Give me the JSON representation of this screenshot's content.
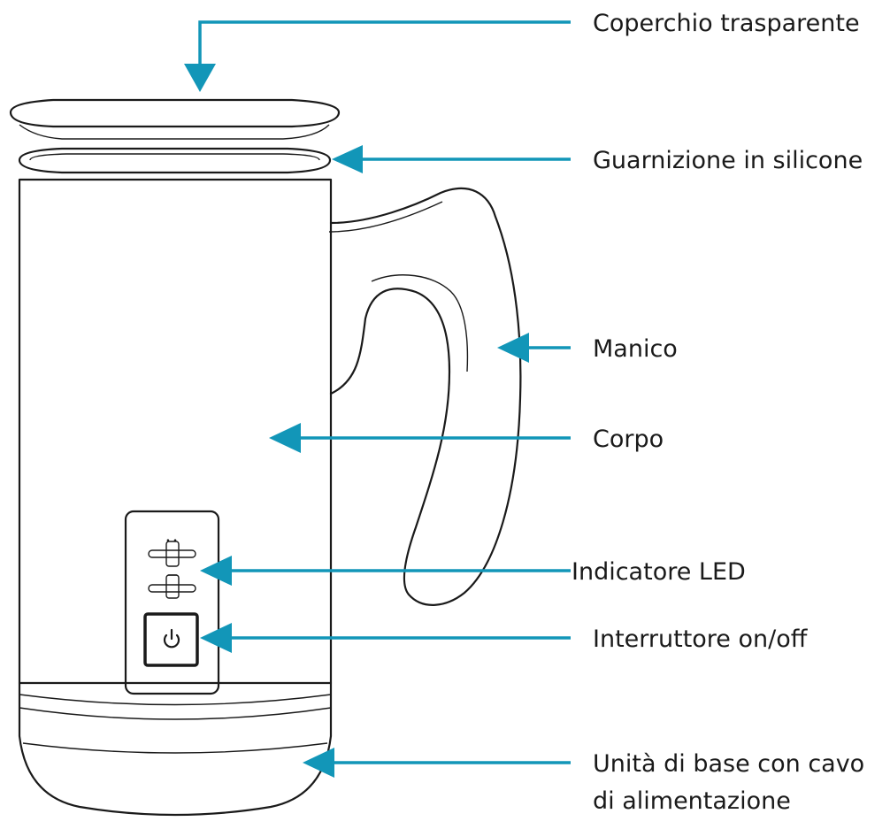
{
  "labels": {
    "lid": "Coperchio trasparente",
    "gasket": "Guarnizione in silicone",
    "handle": "Manico",
    "body": "Corpo",
    "led": "Indicatore LED",
    "switch": "Interruttore on/off",
    "base_line1": "Unità di base con cavo",
    "base_line2": "di alimentazione"
  },
  "colors": {
    "arrow": "#1296b8",
    "outline": "#1a1a1a",
    "background": "#ffffff"
  },
  "icons": {
    "power": "power-icon",
    "led": "led-indicator-icon"
  }
}
